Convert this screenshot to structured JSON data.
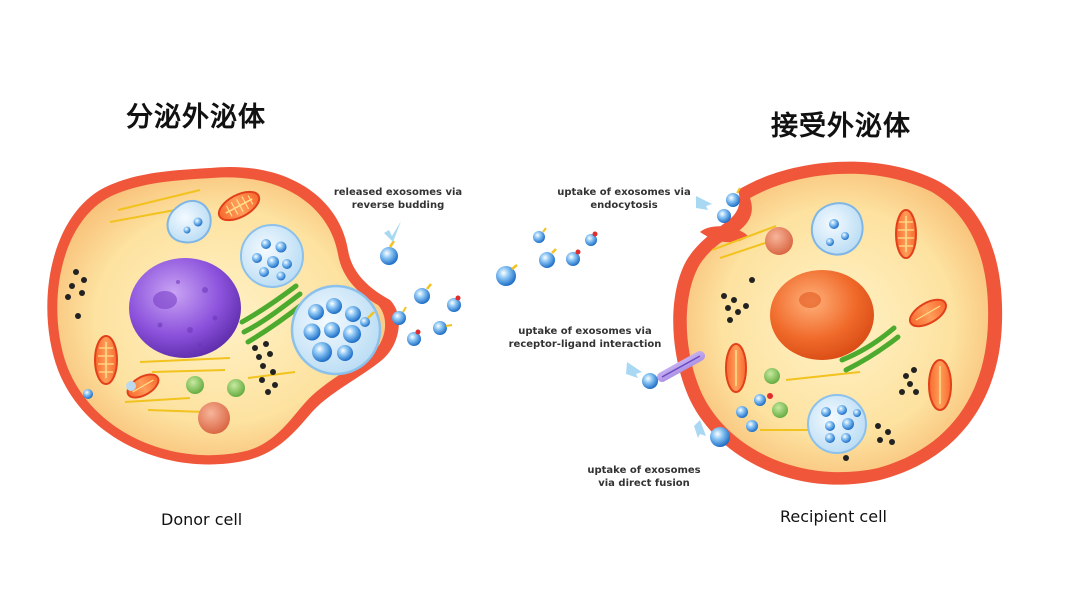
{
  "titles": {
    "donor": "分泌外泌体",
    "recipient": "接受外泌体"
  },
  "captions": {
    "donor": "Donor cell",
    "recipient": "Recipient cell"
  },
  "annotations": {
    "released_line1": "released exosomes via",
    "released_line2": "reverse budding",
    "endocytosis_line1": "uptake of exosomes via",
    "endocytosis_line2": "endocytosis",
    "receptor_line1": "uptake of exosomes via",
    "receptor_line2": "receptor-ligand interaction",
    "fusion_line1": "uptake of exosomes",
    "fusion_line2": "via direct fusion"
  },
  "colors": {
    "membrane": "#f0563a",
    "cytoplasm": "#fde3a0",
    "donor_nucleus": "#8a4fd8",
    "recipient_nucleus": "#f06a2a",
    "exosome": "#3d8fe0",
    "mitochondria": "#f05a28",
    "golgi": "#4cab2e",
    "arrow": "#9fd3f0"
  }
}
